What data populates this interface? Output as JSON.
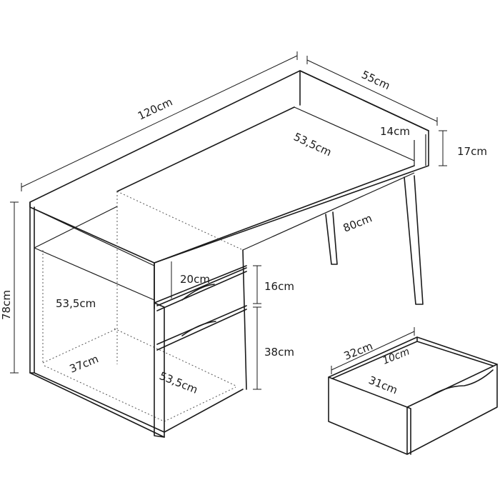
{
  "dimensions": {
    "width_total": "120cm",
    "depth_total": "55cm",
    "shelf_depth": "14cm",
    "shelf_height": "17cm",
    "desk_inner_depth": "53,5cm",
    "desk_leg_span": "80cm",
    "total_height": "78cm",
    "cabinet_inner_height": "53,5cm",
    "small_drawer_front": "20cm",
    "small_drawer_height": "16cm",
    "large_drawer_height": "38cm",
    "cabinet_width": "37cm",
    "cabinet_depth": "53,5cm",
    "drawer_width": "32cm",
    "drawer_height": "10cm",
    "drawer_depth": "31cm"
  }
}
